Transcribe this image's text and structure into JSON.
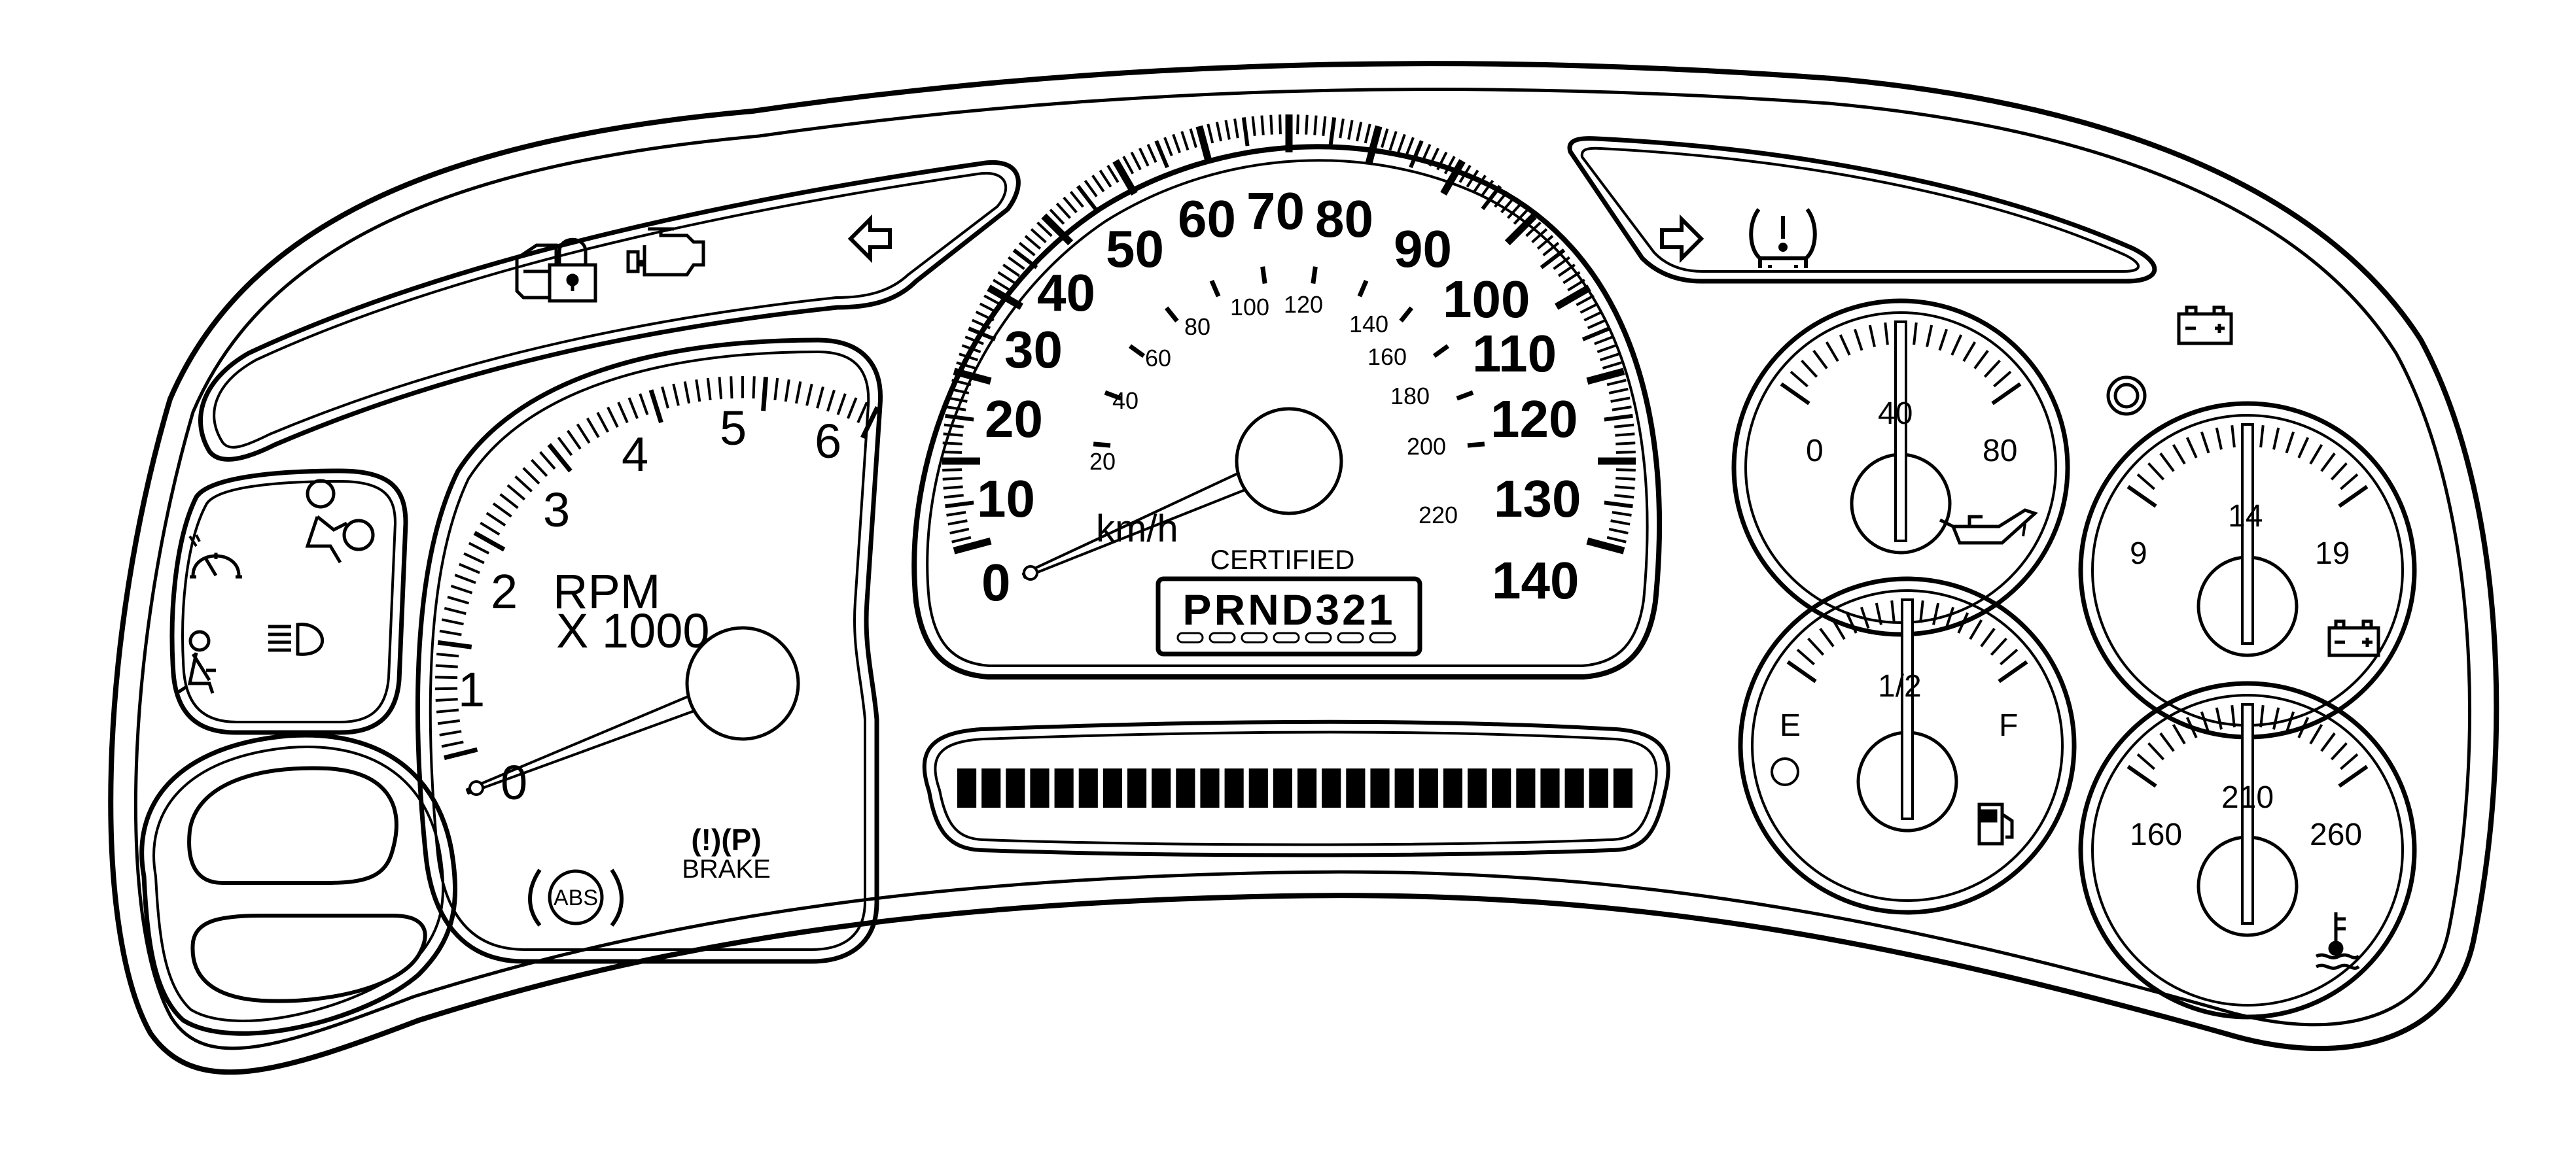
{
  "tachometer": {
    "numbers": [
      "0",
      "1",
      "2",
      "3",
      "4",
      "5",
      "6"
    ],
    "unit_line1": "RPM",
    "unit_line2": "X 1000"
  },
  "speedometer": {
    "mph_numbers": [
      "0",
      "10",
      "20",
      "30",
      "40",
      "50",
      "60",
      "70",
      "80",
      "90",
      "100",
      "110",
      "120",
      "130",
      "140"
    ],
    "kmh_numbers": [
      "20",
      "40",
      "60",
      "80",
      "100",
      "120",
      "140",
      "160",
      "180",
      "200",
      "220"
    ],
    "kmh_label": "km/h",
    "certified_label": "CERTIFIED",
    "gear_indicator": "PRND321"
  },
  "oil_pressure_gauge": {
    "labels": [
      "0",
      "40",
      "80"
    ]
  },
  "voltmeter": {
    "labels": [
      "9",
      "14",
      "19"
    ]
  },
  "fuel_gauge": {
    "labels": [
      "E",
      "1/2",
      "F"
    ]
  },
  "temperature_gauge": {
    "labels": [
      "160",
      "210",
      "260"
    ]
  },
  "telltales": {
    "brake_label": "BRAKE",
    "brake_symbols": "(!)(P)",
    "abs_label": "ABS"
  },
  "icons": [
    "security-lock-icon",
    "check-engine-icon",
    "left-turn-arrow-icon",
    "right-turn-arrow-icon",
    "tire-pressure-warning-icon",
    "battery-icon",
    "cruise-control-icon",
    "airbag-icon",
    "seatbelt-icon",
    "headlamp-icon",
    "oil-can-icon",
    "fuel-pump-icon",
    "coolant-temperature-icon",
    "abs-icon",
    "brake-icon"
  ],
  "colors": {
    "line": "#000000",
    "background": "#ffffff"
  }
}
